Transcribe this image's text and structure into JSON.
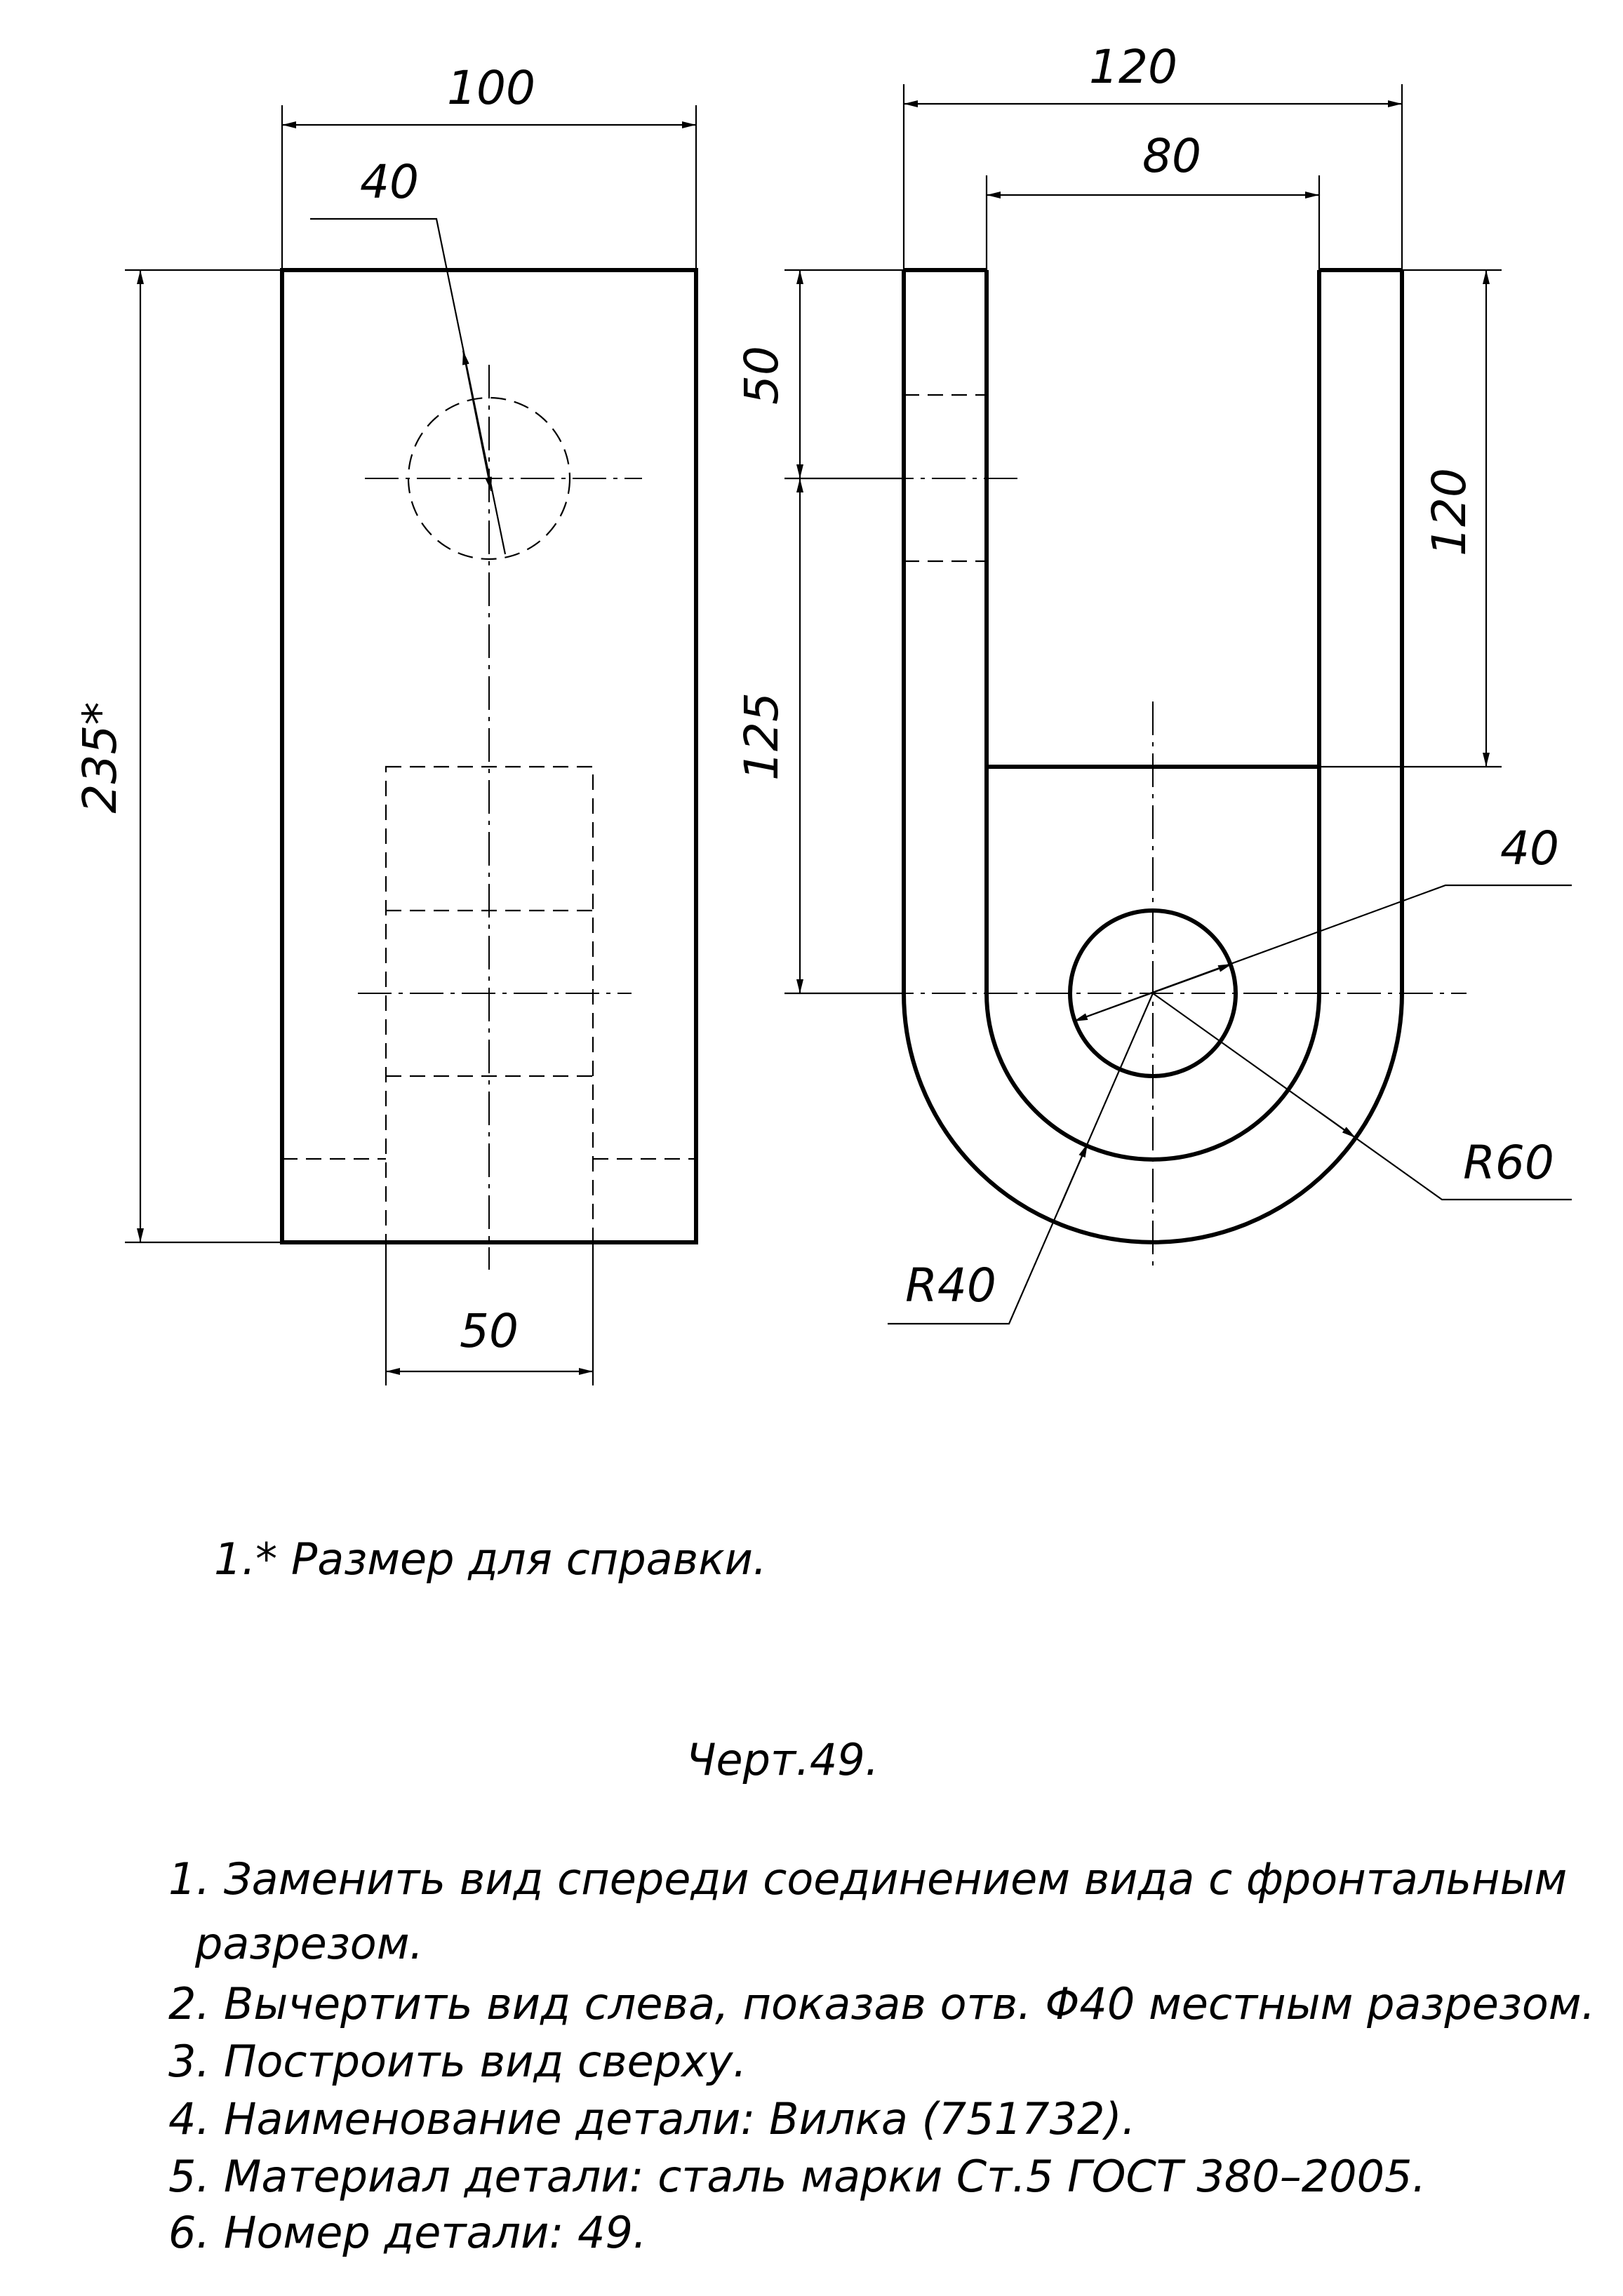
{
  "front_view": {
    "dim_width": "100",
    "dim_hole": "40",
    "dim_height": "235*",
    "dim_bottom": "50"
  },
  "side_view": {
    "dim_outer_width": "120",
    "dim_slot_width": "80",
    "dim_top_offset": "50",
    "dim_center_offset": "125",
    "dim_slot_depth": "120",
    "dim_hole": "40",
    "dim_outer_radius": "R60",
    "dim_inner_radius": "R40"
  },
  "reference_note": "1.* Размер для справки.",
  "drawing_number": "Черт.49.",
  "tasks": [
    "1. Заменить вид спереди соединением вида с фронтальным",
    "разрезом.",
    "2. Вычертить вид слева, показав отв. Φ40 местным разрезом.",
    "3. Построить вид сверху.",
    "4. Наименование детали: Вилка (751732).",
    "5. Материал детали: сталь марки Ст.5 ГОСТ 380–2005.",
    "6. Номер детали: 49."
  ]
}
